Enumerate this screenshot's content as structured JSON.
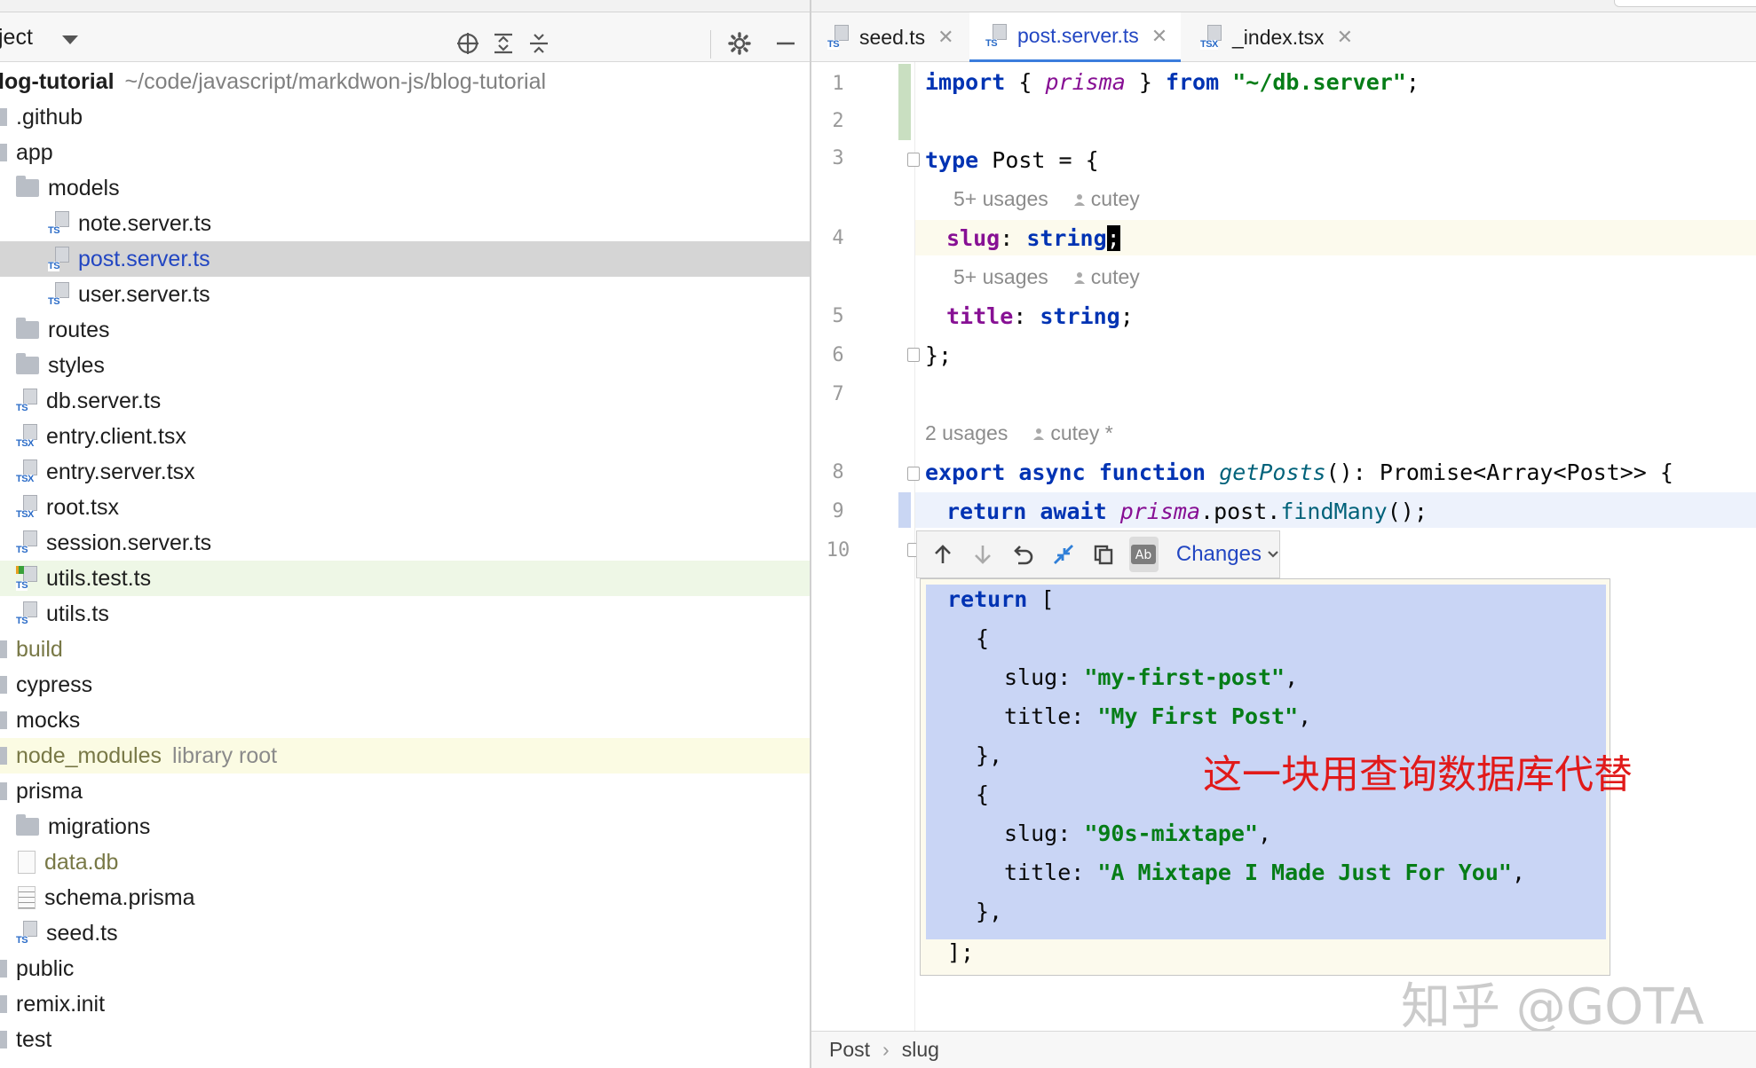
{
  "project": {
    "title": "ject",
    "root_name": "log-tutorial",
    "root_path": "~/code/javascript/markdwon-js/blog-tutorial",
    "items": [
      {
        "name": ".github",
        "kind": "folder-stub"
      },
      {
        "name": "app",
        "kind": "folder-stub"
      },
      {
        "name": "models",
        "kind": "folder"
      },
      {
        "name": "note.server.ts",
        "kind": "ts",
        "badge": "TS"
      },
      {
        "name": "post.server.ts",
        "kind": "ts",
        "badge": "TS"
      },
      {
        "name": "user.server.ts",
        "kind": "ts",
        "badge": "TS"
      },
      {
        "name": "routes",
        "kind": "folder"
      },
      {
        "name": "styles",
        "kind": "folder"
      },
      {
        "name": "db.server.ts",
        "kind": "ts",
        "badge": "TS"
      },
      {
        "name": "entry.client.tsx",
        "kind": "tsx",
        "badge": "TSX"
      },
      {
        "name": "entry.server.tsx",
        "kind": "tsx",
        "badge": "TSX"
      },
      {
        "name": "root.tsx",
        "kind": "tsx",
        "badge": "TSX"
      },
      {
        "name": "session.server.ts",
        "kind": "ts",
        "badge": "TS"
      },
      {
        "name": "utils.test.ts",
        "kind": "ts",
        "badge": "TS"
      },
      {
        "name": "utils.ts",
        "kind": "ts",
        "badge": "TS"
      },
      {
        "name": "build",
        "kind": "folder-stub"
      },
      {
        "name": "cypress",
        "kind": "folder-stub"
      },
      {
        "name": "mocks",
        "kind": "folder-stub"
      },
      {
        "name": "node_modules",
        "kind": "folder-stub",
        "suffix": "library root"
      },
      {
        "name": "prisma",
        "kind": "folder-stub"
      },
      {
        "name": "migrations",
        "kind": "folder"
      },
      {
        "name": "data.db",
        "kind": "file"
      },
      {
        "name": "schema.prisma",
        "kind": "prisma"
      },
      {
        "name": "seed.ts",
        "kind": "ts",
        "badge": "TS"
      },
      {
        "name": "public",
        "kind": "folder-stub"
      },
      {
        "name": "remix.init",
        "kind": "folder-stub"
      },
      {
        "name": "test",
        "kind": "folder-stub"
      }
    ]
  },
  "tabs": [
    {
      "label": "seed.ts",
      "badge": "TS"
    },
    {
      "label": "post.server.ts",
      "badge": "TS"
    },
    {
      "label": "_index.tsx",
      "badge": "TSX"
    }
  ],
  "editor": {
    "line_numbers": [
      "1",
      "2",
      "3",
      "4",
      "5",
      "6",
      "7",
      "8",
      "9",
      "10"
    ],
    "hints": {
      "usages_5": "5+ usages",
      "usages_2": "2 usages",
      "author": "cutey",
      "author_modified": "cutey *"
    },
    "code": {
      "l1": {
        "import": "import",
        "open": " { ",
        "prisma": "prisma",
        "close": " } ",
        "from": "from",
        "sp": " ",
        "path": "\"~/db.server\"",
        "semi": ";"
      },
      "l3": {
        "type": "type",
        "rest": " Post = {"
      },
      "l4": {
        "slug": "slug",
        "colon": ": ",
        "string": "string",
        "caret": ";"
      },
      "l5": {
        "title": "title",
        "colon": ": ",
        "string": "string",
        "semi": ";"
      },
      "l6": {
        "text": "};"
      },
      "l8": {
        "export": "export",
        "async": "async",
        "function": "function",
        "name": "getPosts",
        "rest": "(): Promise<Array<Post>> {"
      },
      "l9": {
        "return": "return",
        "await": "await",
        "prisma": "prisma",
        "dot1": ".post.",
        "method": "findMany",
        "end": "();"
      }
    }
  },
  "diff": {
    "changes_label": "Changes",
    "lines": {
      "return": "return",
      "open": " [",
      "brace_open": "{",
      "slug_key": "slug",
      "colon": ": ",
      "slug_1": "\"my-first-post\"",
      "comma": ",",
      "title_key": "title",
      "title_1": "\"My First Post\"",
      "brace_close": "},",
      "slug_2": "\"90s-mixtape\"",
      "title_2": "\"A Mixtape I Made Just For You\"",
      "end": "];"
    },
    "annotation": "这一块用查询数据库代替"
  },
  "watermark": "知乎 @GOTA",
  "breadcrumb": [
    "Post",
    "slug"
  ],
  "colors": {
    "accent": "#2246c2",
    "keyword": "#0033b3",
    "string": "#067d17",
    "property": "#871094",
    "annotation": "#e11a1a",
    "diff_added": "#c9d5f5"
  }
}
